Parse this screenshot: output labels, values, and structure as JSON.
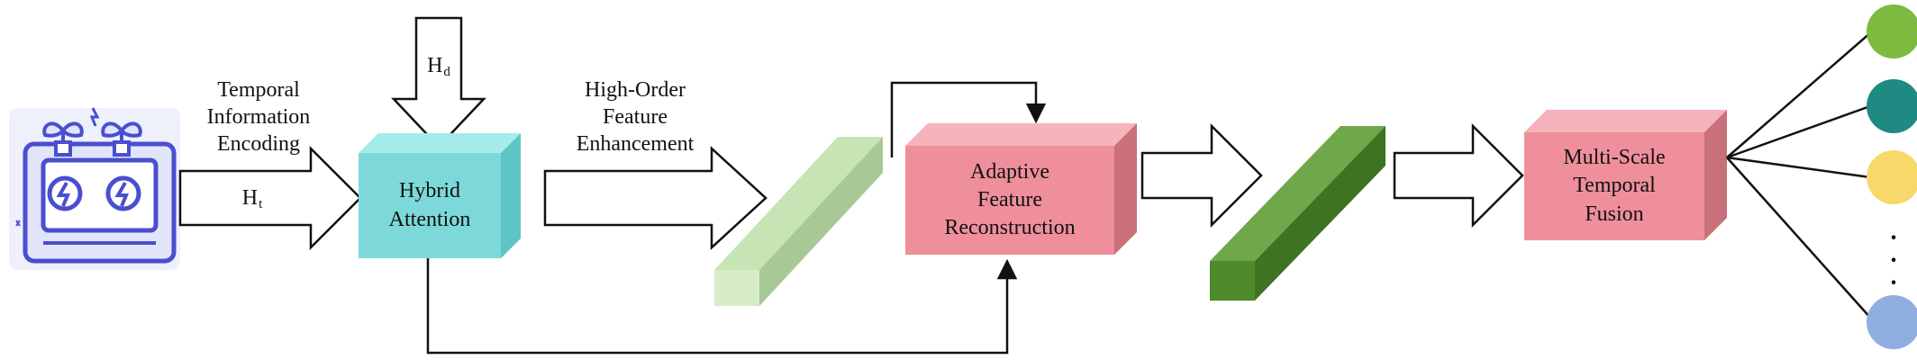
{
  "labels": {
    "temporal_info": [
      "Temporal",
      "Information",
      "Encoding"
    ],
    "ht_main": "H",
    "ht_sub": "t",
    "hd_main": "H",
    "hd_sub": "d",
    "high_order": [
      "High-Order",
      "Feature",
      "Enhancement"
    ]
  },
  "blocks": {
    "hybrid_attention": [
      "Hybrid",
      "Attention"
    ],
    "adaptive": [
      "Adaptive",
      "Feature",
      "Reconstruction"
    ],
    "multiscale": [
      "Multi-Scale",
      "Temporal",
      "Fusion"
    ]
  },
  "outputs": {
    "ellipsis": "·\n·\n·",
    "node_colors": [
      "#7cbb3e",
      "#1f8a82",
      "#f8d86a",
      "#8faee0"
    ]
  },
  "colors": {
    "hybrid_front": "#7dd9d9",
    "hybrid_top": "#a6ebeb",
    "hybrid_side": "#5fc4c4",
    "adaptive_front": "#ef8f9b",
    "adaptive_top": "#f5b3bb",
    "adaptive_side": "#c9707b",
    "light_bar": "#c7e4b5",
    "dark_bar": "#4f8a2d"
  }
}
